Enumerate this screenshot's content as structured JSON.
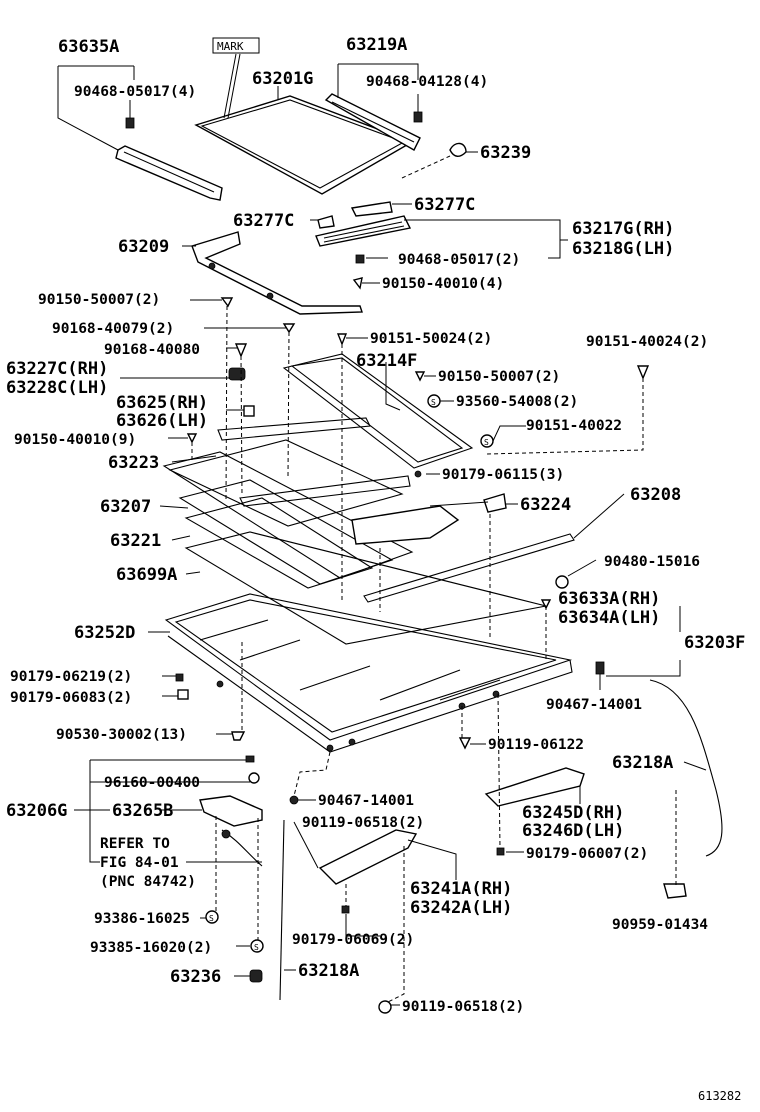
{
  "diagram": {
    "figure_number": "613282",
    "mark_box": "MARK",
    "refer": {
      "line1": "REFER TO",
      "line2": "FIG 84-01",
      "line3": "(PNC 84742)"
    },
    "labels": {
      "p63635A": "63635A",
      "p90468_05017_4": "90468-05017(4)",
      "p63201G": "63201G",
      "p63219A": "63219A",
      "p90468_04128_4": "90468-04128(4)",
      "p63239": "63239",
      "p63277C_a": "63277C",
      "p63277C_b": "63277C",
      "p63209": "63209",
      "p63217G": "63217G(RH)",
      "p63218G": "63218G(LH)",
      "p90468_05017_2": "90468-05017(2)",
      "p90150_50007_2a": "90150-50007(2)",
      "p90150_40010_4": "90150-40010(4)",
      "p90168_40079_2": "90168-40079(2)",
      "p90151_50024_2": "90151-50024(2)",
      "p90151_40024_2": "90151-40024(2)",
      "p90168_40080": "90168-40080",
      "p63214F": "63214F",
      "p63227C": "63227C(RH)",
      "p63228C": "63228C(LH)",
      "p90150_50007_2b": "90150-50007(2)",
      "p63625": "63625(RH)",
      "p63626": "63626(LH)",
      "p93560_54008_2": "93560-54008(2)",
      "p90150_40010_9": "90150-40010(9)",
      "p90151_40022": "90151-40022",
      "p63223": "63223",
      "p90179_06115_3": "90179-06115(3)",
      "p63207": "63207",
      "p63224": "63224",
      "p63208": "63208",
      "p63221": "63221",
      "p90480_15016": "90480-15016",
      "p63699A": "63699A",
      "p63633A": "63633A(RH)",
      "p63634A": "63634A(LH)",
      "p63252D": "63252D",
      "p63203F": "63203F",
      "p90179_06219_2": "90179-06219(2)",
      "p90179_06083_2": "90179-06083(2)",
      "p90467_14001_a": "90467-14001",
      "p90530_30002_13": "90530-30002(13)",
      "p90119_06122": "90119-06122",
      "p63218A_a": "63218A",
      "p96160_00400": "96160-00400",
      "p90467_14001_b": "90467-14001",
      "p63206G": "63206G",
      "p63265B": "63265B",
      "p63245D": "63245D(RH)",
      "p63246D": "63246D(LH)",
      "p90119_06518_2a": "90119-06518(2)",
      "p90179_06007_2": "90179-06007(2)",
      "p63241A": "63241A(RH)",
      "p63242A": "63242A(LH)",
      "p93386_16025": "93386-16025",
      "p90959_01434": "90959-01434",
      "p93385_16020_2": "93385-16020(2)",
      "p90179_06069_2": "90179-06069(2)",
      "p63236": "63236",
      "p63218A_b": "63218A",
      "p90119_06518_2b": "90119-06518(2)"
    }
  }
}
